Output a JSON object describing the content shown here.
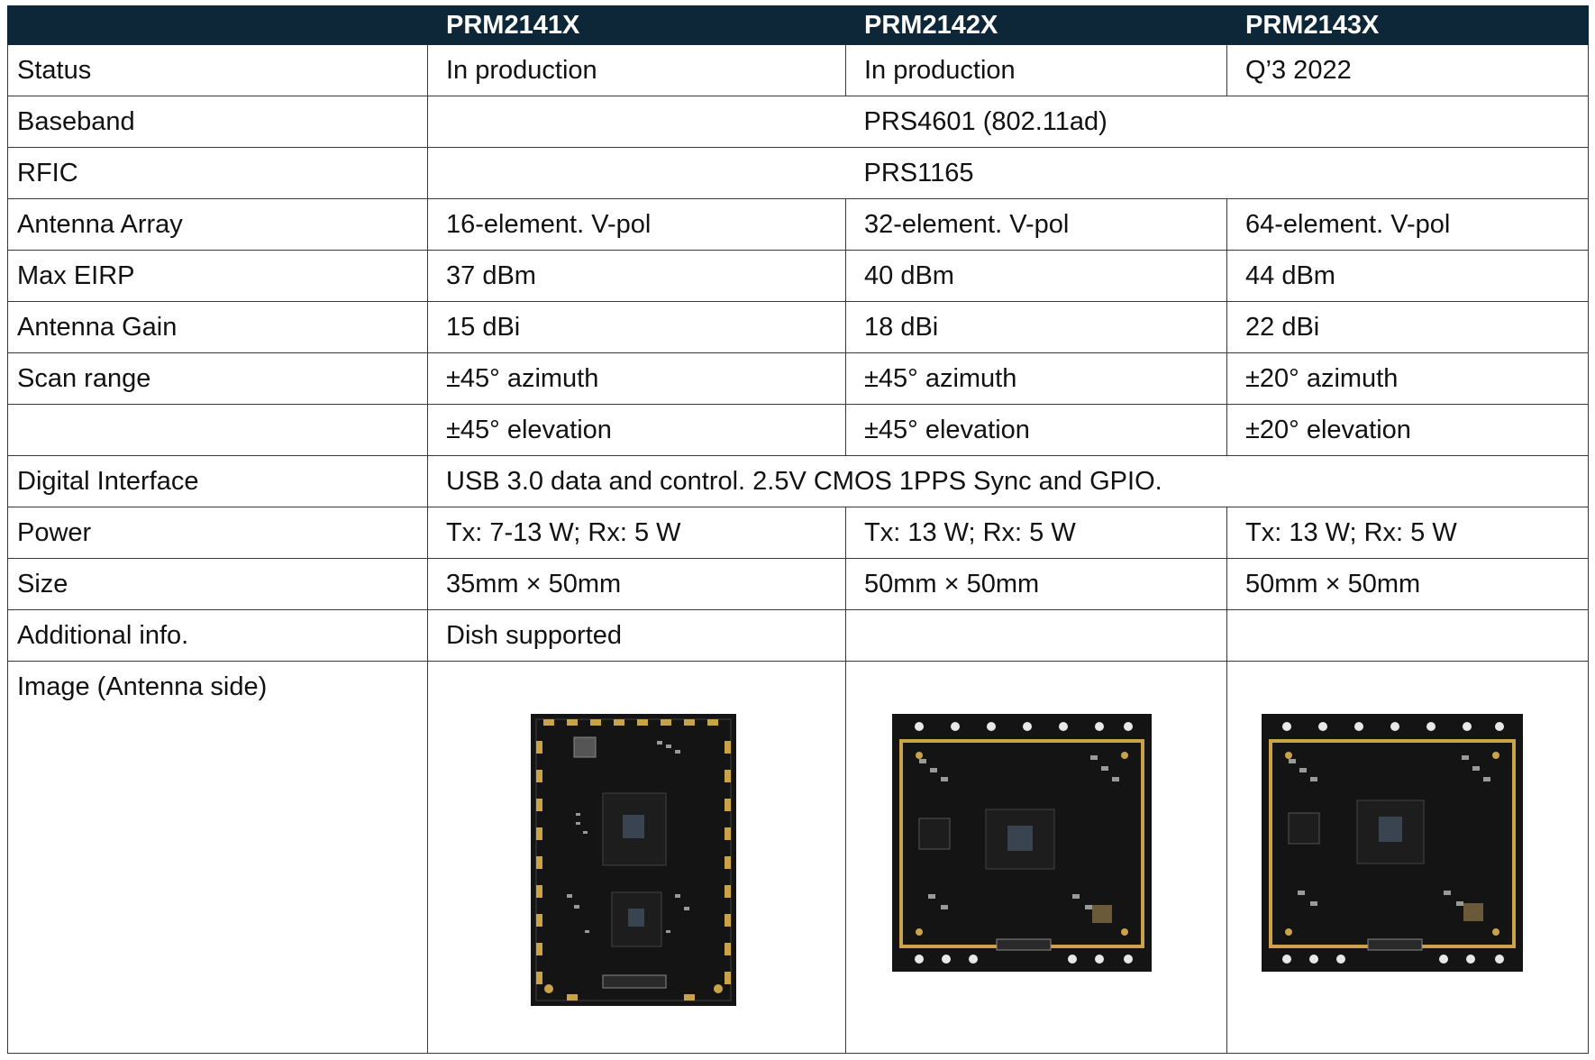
{
  "header": {
    "col0": "",
    "col1": "PRM2141X",
    "col2": "PRM2142X",
    "col3": "PRM2143X"
  },
  "rows": {
    "status": {
      "label": "Status",
      "v1": "In production",
      "v2": "In production",
      "v3": "Q’3 2022"
    },
    "baseband": {
      "label": "Baseband",
      "span": "PRS4601 (802.11ad)"
    },
    "rfic": {
      "label": "RFIC",
      "span": "PRS1165"
    },
    "antenna_array": {
      "label": "Antenna Array",
      "v1": "16-element. V-pol",
      "v2": "32-element. V-pol",
      "v3": "64-element. V-pol"
    },
    "max_eirp": {
      "label": "Max EIRP",
      "v1": "37 dBm",
      "v2": "40 dBm",
      "v3": "44 dBm"
    },
    "antenna_gain": {
      "label": "Antenna Gain",
      "v1": "15 dBi",
      "v2": "18 dBi",
      "v3": "22 dBi"
    },
    "scan_range": {
      "label": "Scan range",
      "v1": "±45° azimuth",
      "v2": "±45° azimuth",
      "v3": "±20° azimuth"
    },
    "scan_range_2": {
      "label": "",
      "v1": "±45° elevation",
      "v2": "±45° elevation",
      "v3": "±20° elevation"
    },
    "digital_interface": {
      "label": "Digital Interface",
      "span": "USB 3.0 data and control. 2.5V CMOS 1PPS Sync and GPIO."
    },
    "power": {
      "label": "Power",
      "v1": "Tx: 7-13 W; Rx: 5 W",
      "v2": "Tx: 13 W; Rx: 5 W",
      "v3": "Tx: 13 W; Rx: 5 W"
    },
    "size": {
      "label": "Size",
      "v1": "35mm × 50mm",
      "v2": "50mm × 50mm",
      "v3": "50mm × 50mm"
    },
    "additional_info": {
      "label": "Additional info.",
      "v1": "Dish supported",
      "v2": "",
      "v3": ""
    },
    "image": {
      "label": "Image (Antenna side)"
    }
  },
  "colors": {
    "header_bg": "#0e2738",
    "pcb_board": "#111111",
    "pcb_gold": "#c9a24a"
  }
}
